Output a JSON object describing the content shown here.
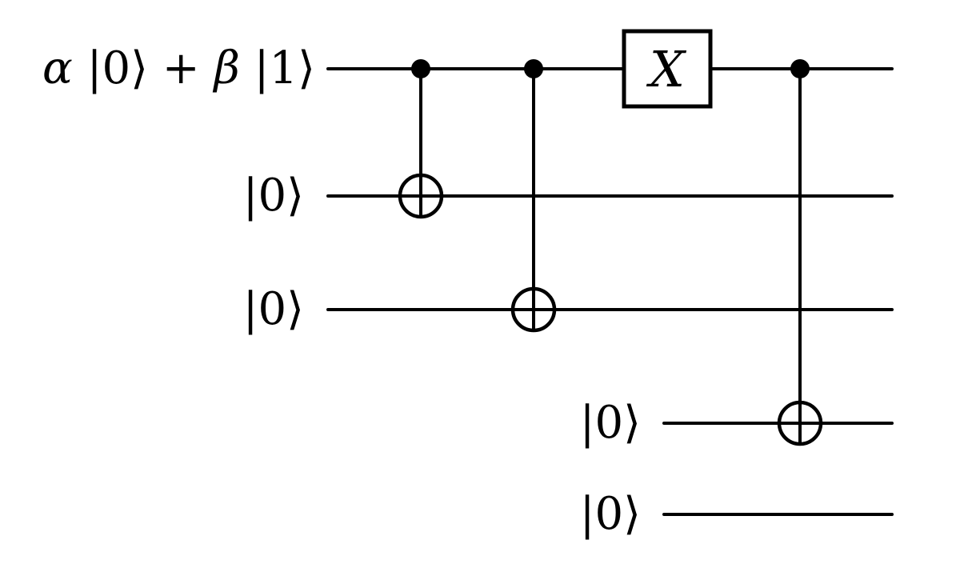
{
  "figure": {
    "type": "quantum-circuit-diagram",
    "background": "#ffffff",
    "ink": "#000000",
    "circuit": {
      "qubits": [
        {
          "label": "α |0⟩ + β |1⟩",
          "label_parts": {
            "alpha": "α ",
            "ket0_plus": "|0⟩ + ",
            "beta": "β ",
            "ket1": "|1⟩"
          }
        },
        {
          "label": "|0⟩"
        },
        {
          "label": "|0⟩"
        },
        {
          "label": "|0⟩"
        },
        {
          "label": "|0⟩"
        }
      ],
      "gates": [
        {
          "type": "CNOT",
          "control_qubit": 1,
          "target_qubit": 2
        },
        {
          "type": "CNOT",
          "control_qubit": 1,
          "target_qubit": 3
        },
        {
          "type": "X",
          "qubit": 1,
          "label": "X"
        },
        {
          "type": "CNOT",
          "control_qubit": 1,
          "target_qubit": 4
        }
      ]
    }
  }
}
